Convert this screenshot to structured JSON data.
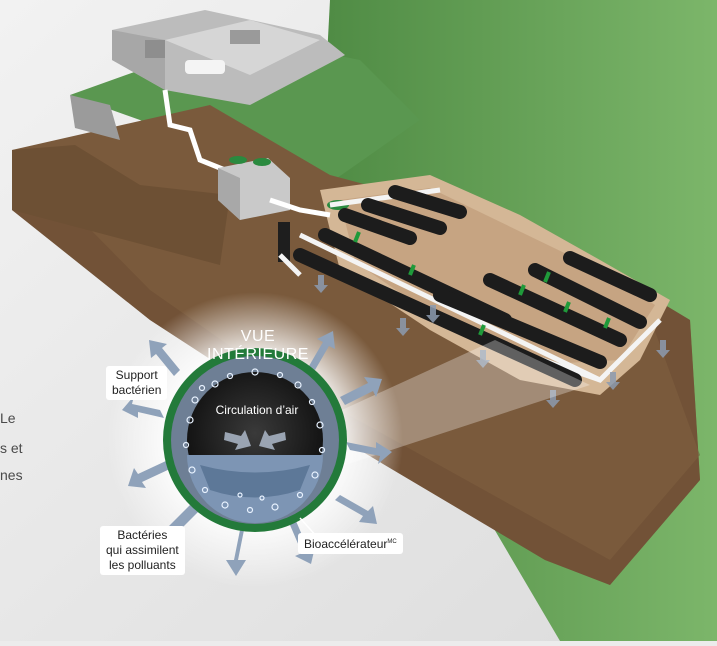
{
  "diagram": {
    "inset_title": "VUE INTÉRIEURE",
    "labels": {
      "support_line1": "Support",
      "support_line2": "bactérien",
      "circulation": "Circulation d’air",
      "bacteries_line1": "Bactéries",
      "bacteries_line2": "qui assimilent",
      "bacteries_line3": "les polluants",
      "bioaccelerateur": "Bioaccélérateur",
      "trademark": "MC"
    },
    "cut_off_text": [
      "Le",
      "s et",
      "nes"
    ]
  },
  "colors": {
    "grass": "#5e9a52",
    "soil": "#7a5a3c",
    "pipe": "#1c1c1c",
    "pipe_band": "#1f9a3a",
    "inset_ring": "#237a3a",
    "water": "#7d95b4"
  }
}
